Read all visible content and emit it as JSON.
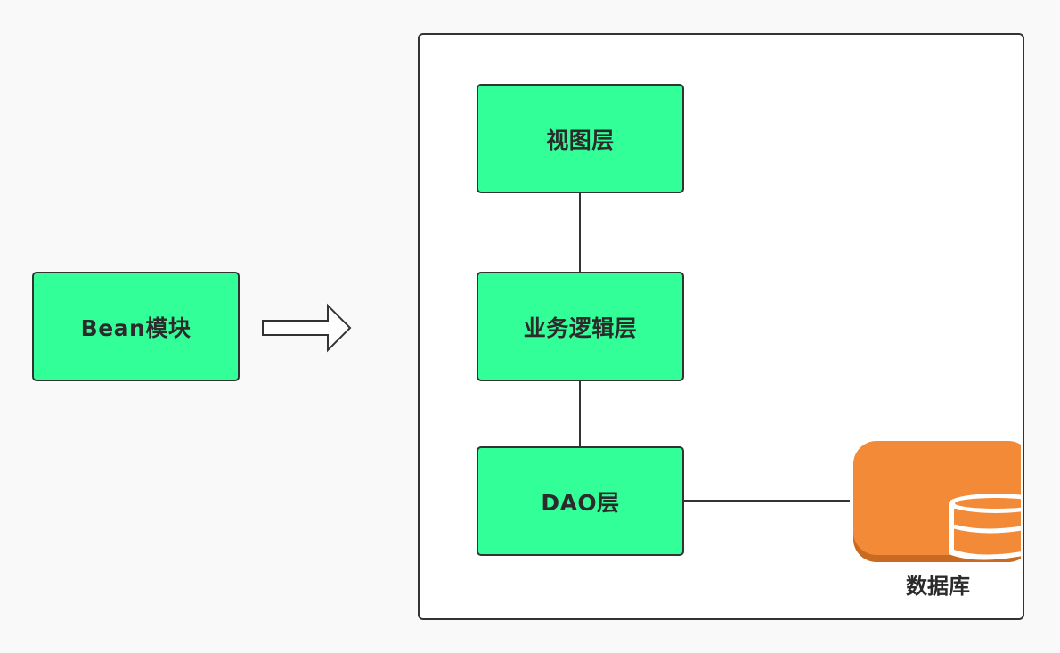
{
  "nodes": {
    "bean_module": "Bean模块",
    "view_layer": "视图层",
    "business_layer": "业务逻辑层",
    "dao_layer": "DAO层",
    "database": "数据库"
  },
  "icons": {
    "arrow": "right-arrow-icon",
    "database": "database-icon"
  },
  "colors": {
    "node_fill": "#33ff99",
    "border": "#333333",
    "database_fill": "#f28a38",
    "background": "#f9f9f9"
  }
}
